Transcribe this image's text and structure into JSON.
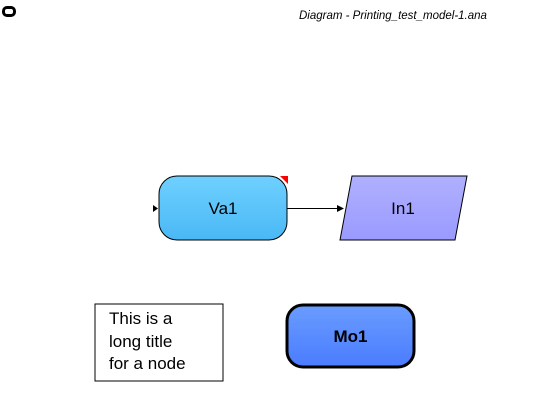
{
  "header": {
    "title": "Diagram - Printing_test_model-1.ana",
    "icon": "rounded-rect-icon"
  },
  "diagram": {
    "nodes": {
      "va1": {
        "label": "Va1",
        "fill": "#5bc4fa",
        "shape": "rounded-rectangle",
        "marker_color": "#ff0000"
      },
      "in1": {
        "label": "In1",
        "fill": "#a4a4ff",
        "shape": "parallelogram"
      },
      "mo1": {
        "label": "Mo1",
        "fill": "#5a8aff",
        "shape": "rounded-rectangle-bold"
      },
      "note": {
        "lines": [
          "This is a",
          "long title",
          "for a node"
        ],
        "shape": "rectangle"
      }
    },
    "edges": [
      {
        "from": "va1",
        "to": "in1"
      }
    ],
    "colors": {
      "outline": "#000000",
      "edge": "#000000"
    }
  }
}
